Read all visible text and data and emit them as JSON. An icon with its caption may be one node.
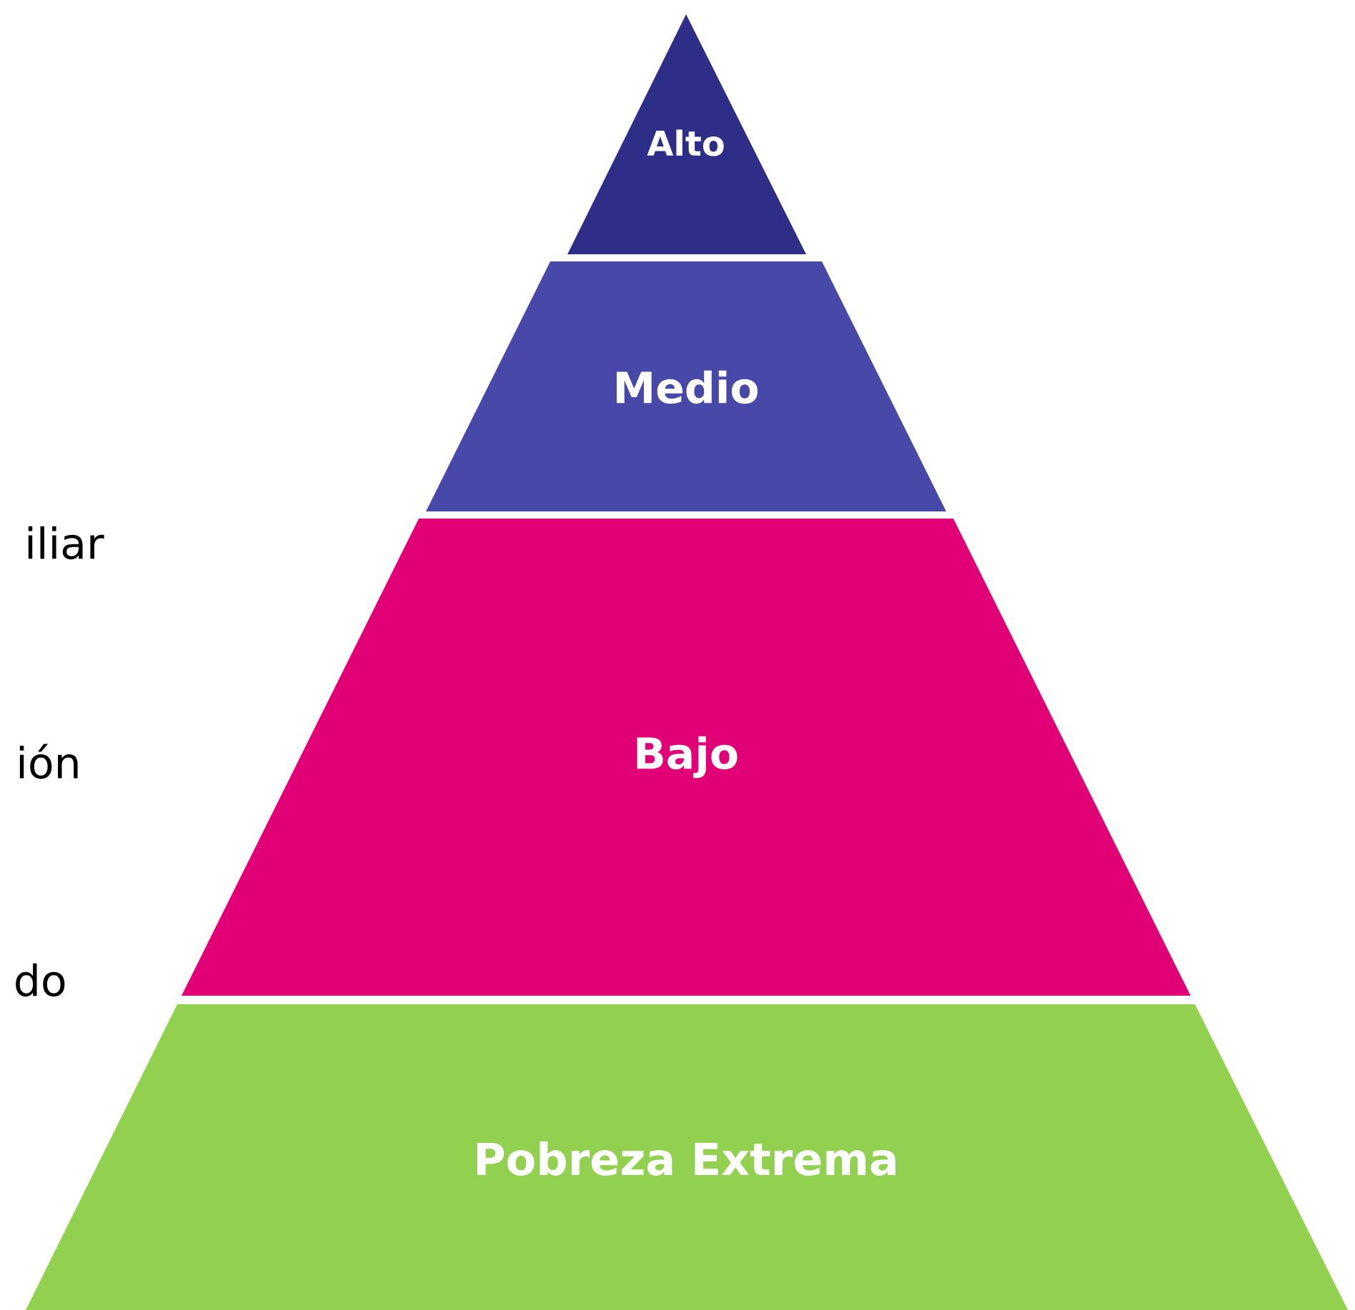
{
  "diagram": {
    "nodes": [
      {
        "text": [
          "Alto"
        ]
      },
      {
        "text": [
          "Medio"
        ]
      },
      {
        "text": [
          "Bajo"
        ]
      },
      {
        "text": [
          "Pobreza Extrema"
        ]
      }
    ],
    "labels": [
      "iliar",
      "ión",
      "do"
    ]
  }
}
